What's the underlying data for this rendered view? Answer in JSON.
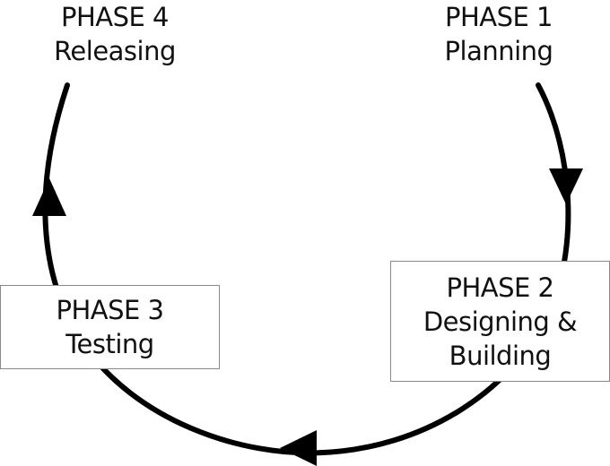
{
  "phases": [
    {
      "id": "phase-1",
      "title": "PHASE 1",
      "lines": [
        "Planning"
      ]
    },
    {
      "id": "phase-2",
      "title": "PHASE 2",
      "lines": [
        "Designing &",
        "Building"
      ]
    },
    {
      "id": "phase-3",
      "title": "PHASE 3",
      "lines": [
        "Testing"
      ]
    },
    {
      "id": "phase-4",
      "title": "PHASE 4",
      "lines": [
        "Releasing"
      ]
    }
  ],
  "colors": {
    "arc": "#000000",
    "box_border": "#8a8a8a",
    "text": "#111111"
  }
}
